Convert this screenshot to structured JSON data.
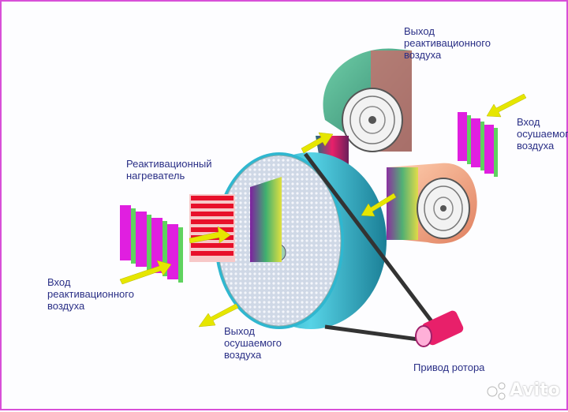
{
  "labels": {
    "reactivation_outlet": "Выход\nреактивационного\nвоздуха",
    "dried_air_inlet": "Вход\nосушаемого\nвоздуха",
    "reactivation_heater": "Реактивационный\nнагреватель",
    "reactivation_inlet": "Вход\nреактивационного\nвоздуха",
    "dried_air_outlet": "Выход\nосушаемого\nвоздуха",
    "rotor_drive": "Привод ротора"
  },
  "watermark": "Avito",
  "colors": {
    "label_text": "#2a2f86",
    "arrow": "#e6e600",
    "filter_pink": "#e01fe0",
    "filter_green": "#5fd35f",
    "heater_red": "#e8102a",
    "rotor_cyan": "#2fb7d0",
    "fan_green": "#3f9f7f",
    "fan_orange": "#f2a07a",
    "motor": "#e8206a",
    "border": "#d84fd8"
  }
}
